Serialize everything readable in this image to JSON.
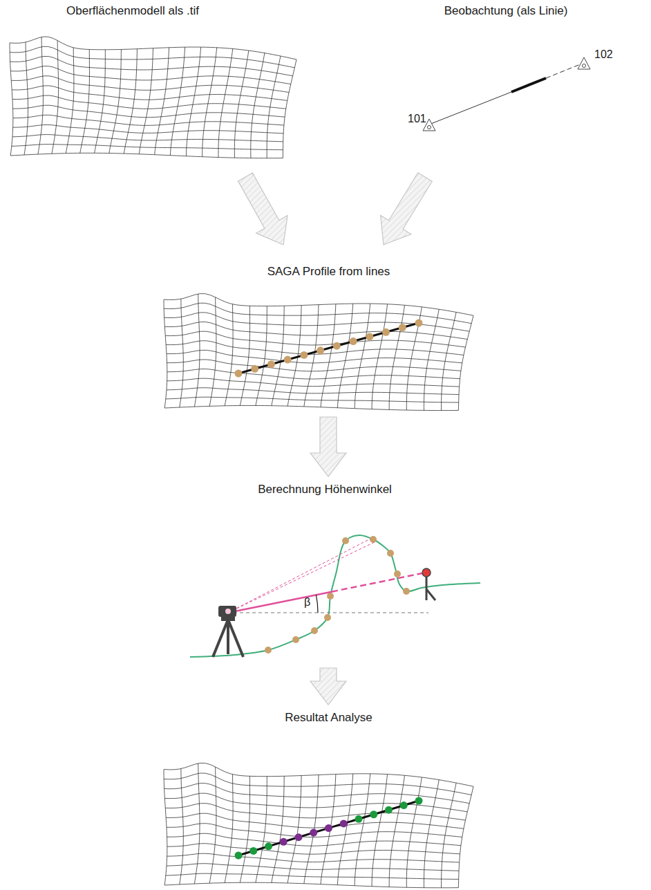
{
  "diagram": {
    "nodes": [
      {
        "text": [
          "Oberflächenmodell als .tif"
        ]
      },
      {
        "text": [
          "Beobachtung (als Linie)"
        ]
      },
      {
        "text": [
          "SAGA Profile from lines"
        ]
      },
      {
        "text": [
          "Berechnung Höhenwinkel"
        ]
      },
      {
        "text": [
          "Resultat Analyse"
        ]
      }
    ],
    "edges": [
      {
        "from": 0,
        "to": 2,
        "arrow": "to"
      },
      {
        "from": 1,
        "to": 2,
        "arrow": "to"
      },
      {
        "from": 2,
        "to": 3,
        "arrow": "to"
      },
      {
        "from": 3,
        "to": 4,
        "arrow": "to"
      }
    ],
    "labels": [
      "101",
      "102",
      "β"
    ]
  }
}
